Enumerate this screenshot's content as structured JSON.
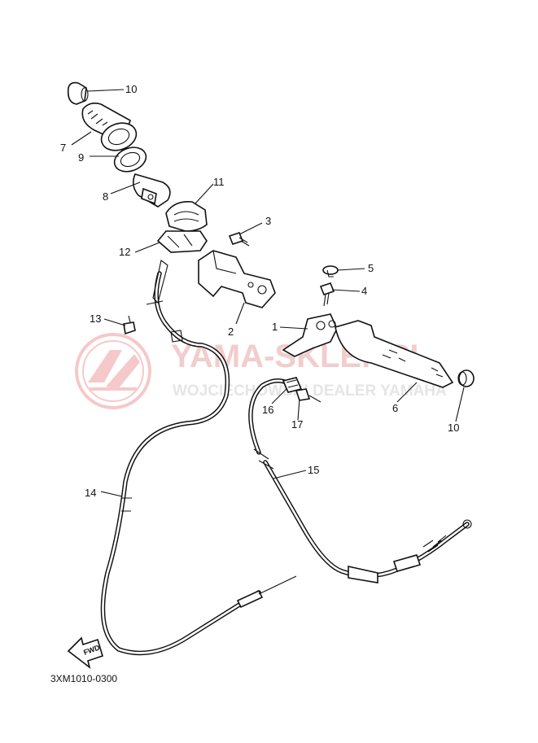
{
  "watermark": {
    "brand": "YAMA-SKLEP.PL",
    "subtitle": "WOJCIECHOWSKI DEALER YAMAHA",
    "color": "#f4c4c4"
  },
  "diagram_code": "3XM1010-0300",
  "fwd_label": "FWD",
  "parts": [
    {
      "id": "p1",
      "label": "1"
    },
    {
      "id": "p2",
      "label": "2"
    },
    {
      "id": "p3",
      "label": "3"
    },
    {
      "id": "p4",
      "label": "4"
    },
    {
      "id": "p5",
      "label": "5"
    },
    {
      "id": "p6",
      "label": "6"
    },
    {
      "id": "p7",
      "label": "7"
    },
    {
      "id": "p8",
      "label": "8"
    },
    {
      "id": "p9",
      "label": "9"
    },
    {
      "id": "p10a",
      "label": "10"
    },
    {
      "id": "p10b",
      "label": "10"
    },
    {
      "id": "p11",
      "label": "11"
    },
    {
      "id": "p12",
      "label": "12"
    },
    {
      "id": "p13",
      "label": "13"
    },
    {
      "id": "p14",
      "label": "14"
    },
    {
      "id": "p15",
      "label": "15"
    },
    {
      "id": "p16",
      "label": "16"
    },
    {
      "id": "p17",
      "label": "17"
    }
  ]
}
